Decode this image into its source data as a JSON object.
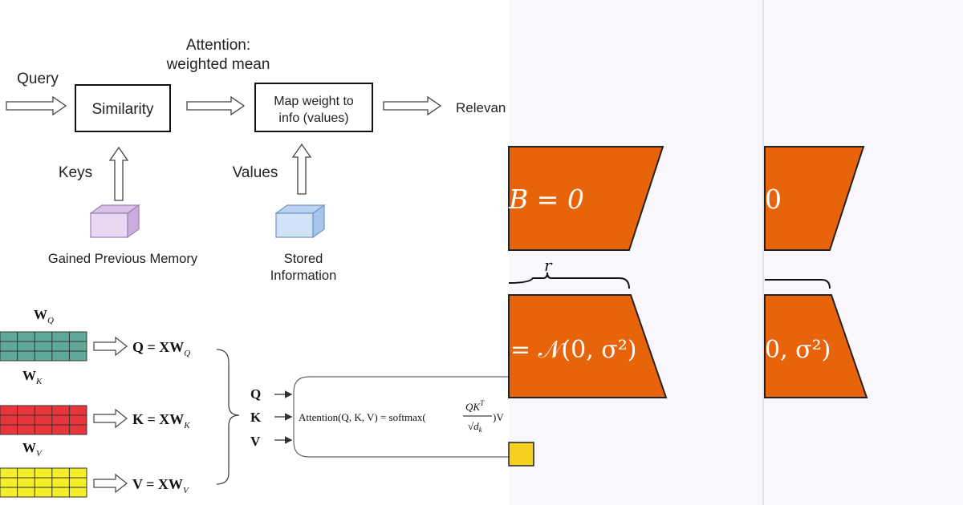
{
  "flow": {
    "title_line1": "Attention:",
    "title_line2": "weighted mean",
    "query_label": "Query",
    "similarity_label": "Similarity",
    "map_line1": "Map weight to",
    "map_line2": "info (values)",
    "relevance_label": "Relevan",
    "keys_label": "Keys",
    "values_label": "Values",
    "memory_caption": "Gained Previous Memory",
    "stored_line1": "Stored",
    "stored_line2": "Information"
  },
  "qkv": {
    "wq_label": "W",
    "wq_sub": "Q",
    "wk_label": "W",
    "wk_sub": "K",
    "wv_label": "W",
    "wv_sub": "V",
    "q_eq": "Q = XW",
    "q_eq_sub": "Q",
    "k_eq": "K = XW",
    "k_eq_sub": "K",
    "v_eq": "V = XW",
    "v_eq_sub": "V",
    "in_q": "Q",
    "in_k": "K",
    "in_v": "V",
    "formula_prefix": "Attention(Q, K, V) = softmax(",
    "formula_num": "QK",
    "formula_num_sup": "T",
    "formula_den": "√d",
    "formula_den_sub": "k",
    "formula_suffix": ")V",
    "colors": {
      "wq": "#5fa89a",
      "wk": "#e8353a",
      "wv": "#f5ef2a"
    }
  },
  "lora": {
    "panel1_top_eq": "B = 0",
    "panel2_top_eq": "0",
    "rank_label": "r",
    "panel1_bottom_eq": "= 𝒩(0, σ²)",
    "panel2_bottom_eq": "0, σ²)",
    "colors": {
      "shape": "#e8640a",
      "background": "#faf8fc",
      "small_box": "#f5d020"
    }
  }
}
